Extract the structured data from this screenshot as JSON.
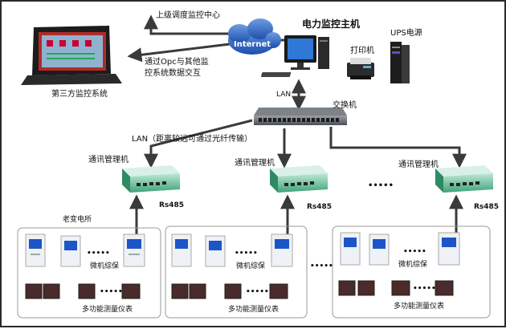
{
  "labels": {
    "upper_center": "上级调度监控中心",
    "internet": "Internet",
    "host_title": "电力监控主机",
    "printer": "打印机",
    "ups": "UPS电源",
    "opc_line1": "通过Opc与其他监",
    "opc_line2": "控系统数据交互",
    "third_party": "第三方监控系统",
    "lan": "LAN",
    "switch": "交换机",
    "lan_fiber": "LAN（距离较远可通过光纤传输）",
    "comm_manager": "通讯管理机",
    "rs485": "Rs485",
    "substation": "老变电所",
    "protection": "微机综保",
    "meter": "多功能测量仪表",
    "dots_long": "•••••",
    "dots_short": "•••••"
  },
  "colors": {
    "line": "#3a3a3a",
    "frame": "#2a2a2a",
    "group_border": "#9a9a9a",
    "device_green": "#3fa37a",
    "screen_blue": "#1b55c8"
  }
}
